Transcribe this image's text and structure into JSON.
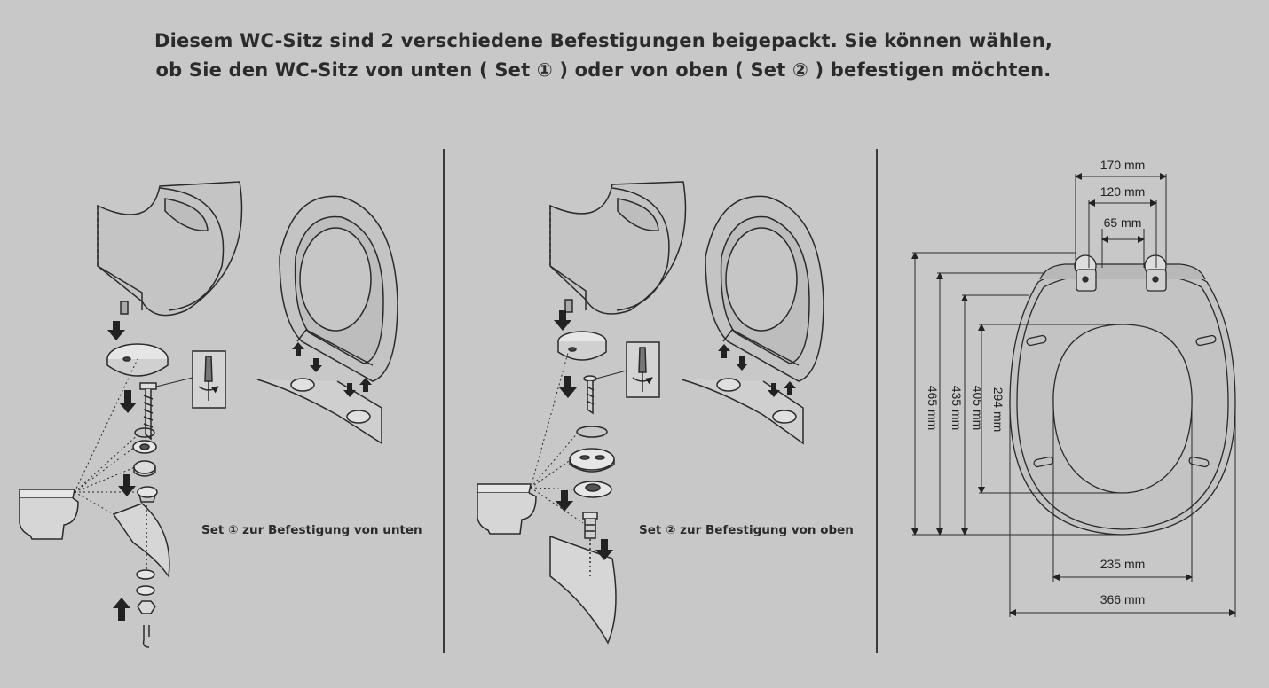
{
  "header": {
    "line1": "Diesem WC-Sitz sind 2 verschiedene Befestigungen beigepackt. Sie können wählen,",
    "line2": "ob Sie den WC-Sitz von unten ( Set ① ) oder von oben ( Set ② ) befestigen möchten."
  },
  "panels": {
    "set1_caption": "Set ① zur Befestigung von unten",
    "set2_caption": "Set ② zur Befestigung von oben"
  },
  "dimensions": {
    "top": [
      "170 mm",
      "120 mm",
      "65 mm"
    ],
    "left": [
      "465 mm",
      "435 mm",
      "405 mm",
      "294 mm"
    ],
    "bottom": [
      "235 mm",
      "366 mm"
    ]
  },
  "icons": [
    "down-arrow-icon",
    "up-arrow-icon",
    "screwdriver-icon",
    "rotate-icon"
  ],
  "colors": {
    "background": "#c8c8c8",
    "lines": "#2a2a2a"
  }
}
